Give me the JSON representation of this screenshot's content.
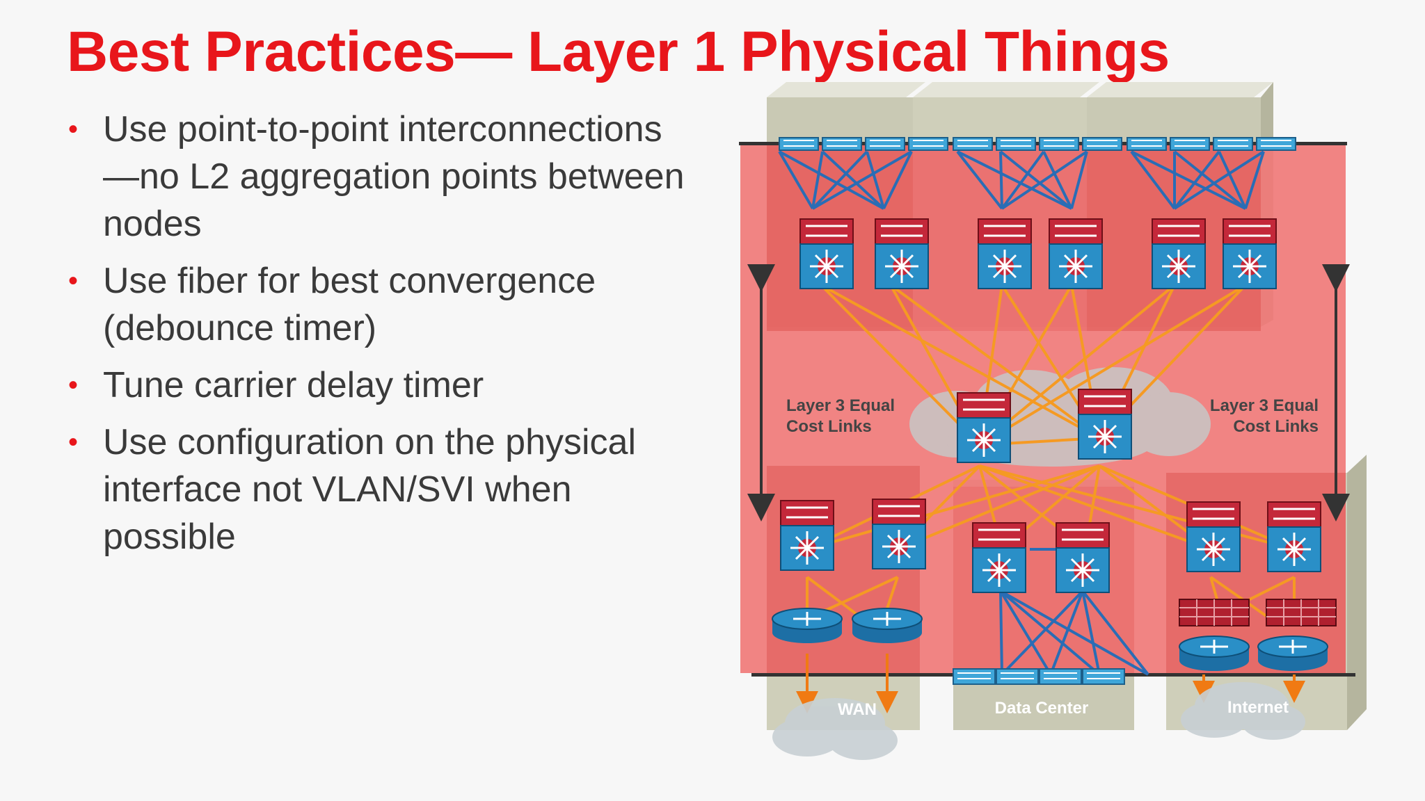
{
  "slide": {
    "title": "Best Practices— Layer 1 Physical Things",
    "bullets": [
      "Use point-to-point interconnections—no L2 aggregation points between nodes",
      "Use fiber for best convergence (debounce timer)",
      "Tune carrier delay timer",
      "Use configuration on the physical interface not VLAN/SVI when possible"
    ],
    "bullet_marker": "•"
  },
  "diagram": {
    "left_label_line1": "Layer 3 Equal",
    "left_label_line2": "Cost Links",
    "right_label_line1": "Layer 3 Equal",
    "right_label_line2": "Cost Links",
    "bottom_labels": [
      "WAN",
      "Data Center",
      "Internet"
    ],
    "icons": {
      "access_switch": "access-switch-icon",
      "multilayer_switch": "multilayer-switch-icon",
      "router": "router-icon",
      "firewall": "firewall-icon",
      "cloud": "cloud-icon"
    },
    "colors": {
      "title_red": "#e8161b",
      "zone_red": "#f07a78",
      "switch_blue": "#2a8fc7",
      "chassis_red": "#c4283a",
      "link_blue": "#2a6db5",
      "link_orange": "#f59a23"
    }
  }
}
